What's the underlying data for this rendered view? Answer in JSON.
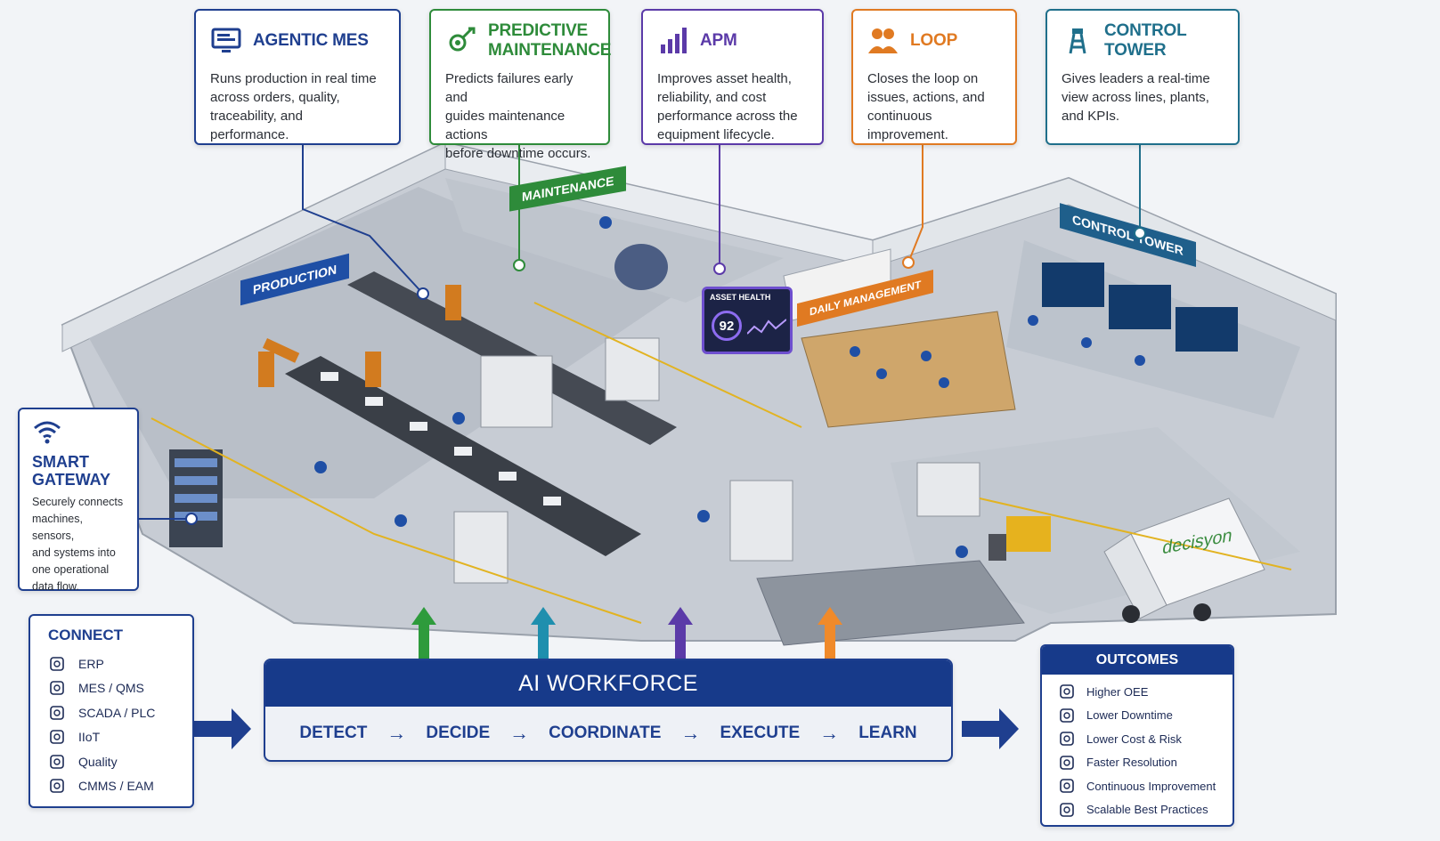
{
  "modules": [
    {
      "key": "agentic-mes",
      "title": "AGENTIC MES",
      "desc": "Runs production in real time\nacross orders, quality,\ntraceability, and performance.",
      "color": "#1f3f8f",
      "icon": "monitor-icon"
    },
    {
      "key": "predictive-maintenance",
      "title": "PREDICTIVE\nMAINTENANCE",
      "desc": "Predicts failures early and\nguides maintenance actions\nbefore downtime occurs.",
      "color": "#2e8b3a",
      "icon": "gear-wrench-icon"
    },
    {
      "key": "apm",
      "title": "APM",
      "desc": "Improves asset health,\nreliability, and cost\nperformance across the\nequipment lifecycle.",
      "color": "#5b3aa8",
      "icon": "bar-chart-icon"
    },
    {
      "key": "loop",
      "title": "LOOP",
      "desc": "Closes the loop on\nissues, actions, and\ncontinuous improvement.",
      "color": "#e07a22",
      "icon": "people-icon"
    },
    {
      "key": "control-tower",
      "title": "CONTROL TOWER",
      "desc": "Gives leaders a real-time\nview across lines, plants,\nand KPIs.",
      "color": "#1f6f8b",
      "icon": "tower-icon"
    }
  ],
  "smart_gateway": {
    "title": "SMART\nGATEWAY",
    "desc": "Securely connects\nmachines, sensors,\nand systems into\none operational\ndata flow.",
    "icon": "wifi-icon"
  },
  "zones": {
    "production": "PRODUCTION",
    "maintenance": "MAINTENANCE",
    "daily_management": "DAILY MANAGEMENT",
    "control_tower": "CONTROL TOWER"
  },
  "asset_health": {
    "label": "ASSET HEALTH",
    "value": "92"
  },
  "truck_brand": "decisyon",
  "connect": {
    "title": "CONNECT",
    "items": [
      {
        "label": "ERP",
        "icon": "erp-icon"
      },
      {
        "label": "MES / QMS",
        "icon": "mes-icon"
      },
      {
        "label": "SCADA / PLC",
        "icon": "scada-icon"
      },
      {
        "label": "IIoT",
        "icon": "iiot-icon"
      },
      {
        "label": "Quality",
        "icon": "quality-icon"
      },
      {
        "label": "CMMS / EAM",
        "icon": "cmms-icon"
      }
    ]
  },
  "ai_workforce": {
    "title": "AI WORKFORCE",
    "steps": [
      "DETECT",
      "DECIDE",
      "COORDINATE",
      "EXECUTE",
      "LEARN"
    ]
  },
  "outcomes": {
    "title": "OUTCOMES",
    "items": [
      {
        "label": "Higher OEE",
        "icon": "oee-icon"
      },
      {
        "label": "Lower Downtime",
        "icon": "downtime-icon"
      },
      {
        "label": "Lower Cost & Risk",
        "icon": "cost-icon"
      },
      {
        "label": "Faster Resolution",
        "icon": "resolution-icon"
      },
      {
        "label": "Continuous Improvement",
        "icon": "improvement-icon"
      },
      {
        "label": "Scalable Best Practices",
        "icon": "practices-icon"
      }
    ]
  },
  "colors": {
    "navy": "#1f3f8f",
    "green": "#2e8b3a",
    "teal": "#1f7f9b",
    "purple": "#5b3aa8",
    "orange": "#e07a22",
    "floor": "#c9ced6",
    "wall": "#e4e7ec"
  }
}
